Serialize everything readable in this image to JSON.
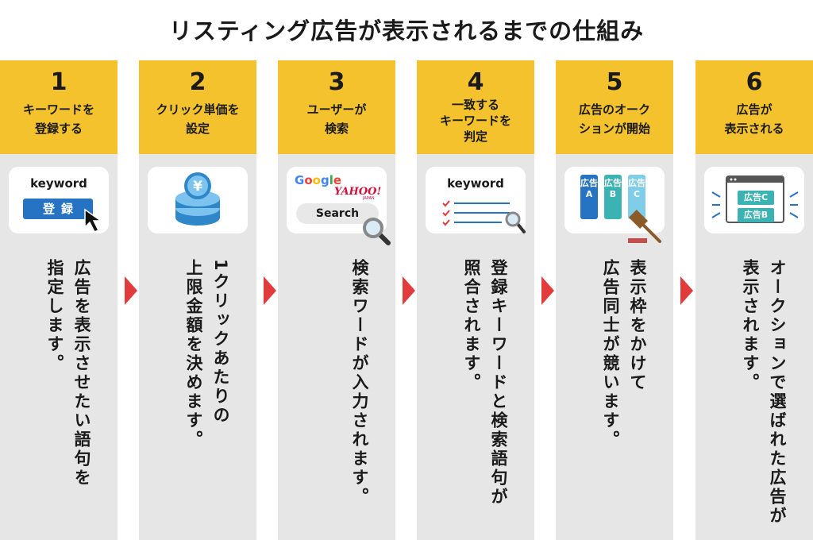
{
  "title": "リスティング広告が表示されるまでの仕組み",
  "steps": [
    {
      "num": "1",
      "label": "キーワードを\n登録する",
      "desc": "広告を表示させたい語句を\n指定します。"
    },
    {
      "num": "2",
      "label": "クリック単価を\n設定",
      "desc": "1クリックあたりの\n上限金額を決めます。"
    },
    {
      "num": "3",
      "label": "ユーザーが\n検索",
      "desc": "検索ワードが入力されます。"
    },
    {
      "num": "4",
      "label": "一致する\nキーワードを\n判定",
      "desc": "登録キーワードと検索語句が\n照合されます。"
    },
    {
      "num": "5",
      "label": "広告のオーク\nションが開始",
      "desc": "表示枠をかけて\n広告同士が競います。"
    },
    {
      "num": "6",
      "label": "広告が\n表示される",
      "desc": "オークションで選ばれた広告が\n表示されます。"
    }
  ],
  "cards": {
    "c1": {
      "keyword": "keyword",
      "button": "登録"
    },
    "c2": {
      "currency": "¥"
    },
    "c3": {
      "google": "Google",
      "yahoo": "YAHOO!",
      "yahoo_sub": "JAPAN",
      "search": "Search"
    },
    "c4": {
      "keyword": "keyword"
    },
    "c5": {
      "ad_a": "広告\nA",
      "ad_b": "広告\nB",
      "ad_c": "広告\nC"
    },
    "c6": {
      "tag_c": "広告C",
      "tag_b": "広告B"
    }
  },
  "colors": {
    "header": "#f3c22d",
    "column": "#e6e6e6",
    "arrow": "#e23b3b",
    "button": "#2673c4"
  }
}
